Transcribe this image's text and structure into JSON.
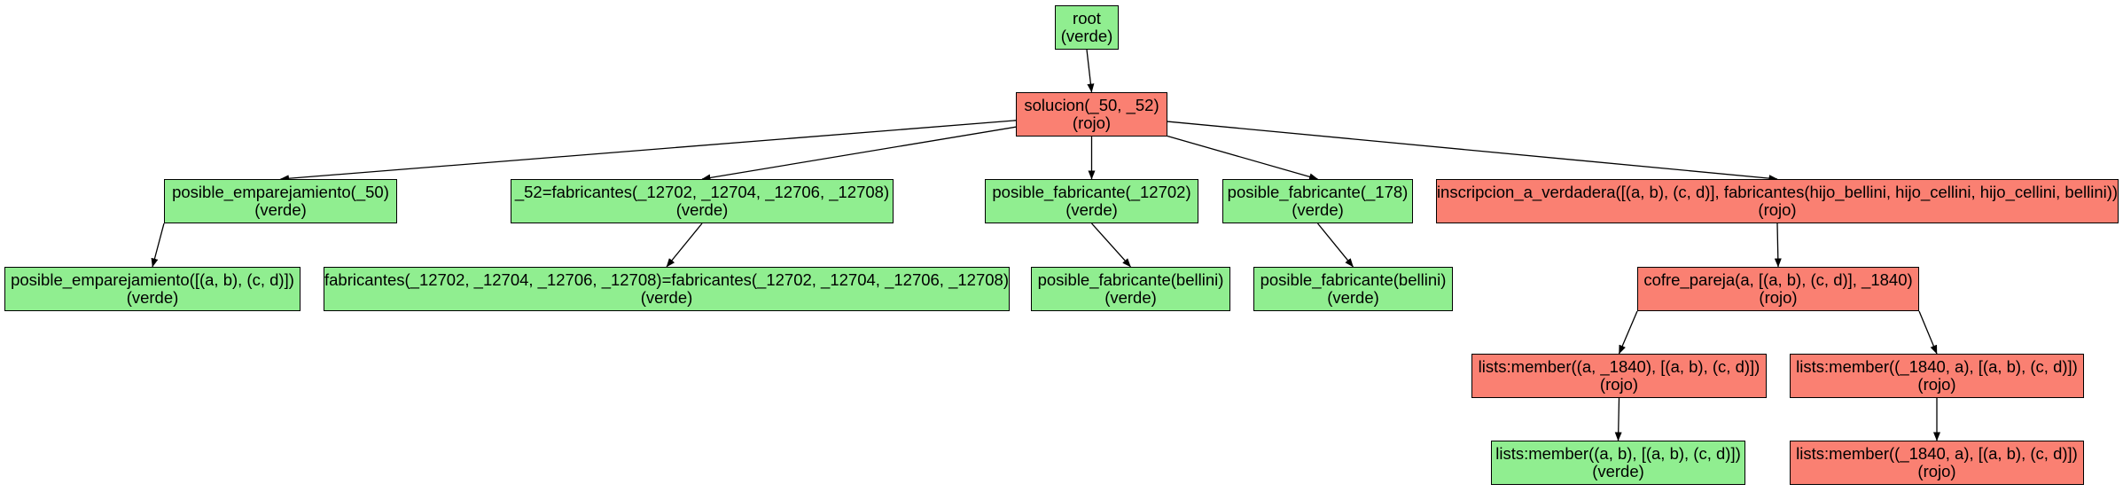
{
  "colors": {
    "verde": "#90ee90",
    "rojo": "#fa8072",
    "edge": "#000000"
  },
  "nodes": {
    "root": {
      "label": "root",
      "status": "(verde)",
      "color": "verde"
    },
    "solucion": {
      "label": "solucion(_50, _52)",
      "status": "(rojo)",
      "color": "rojo"
    },
    "posible_emparejamiento": {
      "label": "posible_emparejamiento(_50)",
      "status": "(verde)",
      "color": "verde"
    },
    "fabricantes_unify": {
      "label": "_52=fabricantes(_12702, _12704, _12706, _12708)",
      "status": "(verde)",
      "color": "verde"
    },
    "posible_fabricante_12702": {
      "label": "posible_fabricante(_12702)",
      "status": "(verde)",
      "color": "verde"
    },
    "posible_fabricante_178": {
      "label": "posible_fabricante(_178)",
      "status": "(verde)",
      "color": "verde"
    },
    "inscripcion": {
      "label": "inscripcion_a_verdadera([(a, b), (c, d)], fabricantes(hijo_bellini, hijo_cellini, hijo_cellini, bellini))",
      "status": "(rojo)",
      "color": "rojo"
    },
    "posible_emparejamiento_list": {
      "label": "posible_emparejamiento([(a, b), (c, d)])",
      "status": "(verde)",
      "color": "verde"
    },
    "fabricantes_eq": {
      "label": "fabricantes(_12702, _12704, _12706, _12708)=fabricantes(_12702, _12704, _12706, _12708)",
      "status": "(verde)",
      "color": "verde"
    },
    "posible_fabricante_bellini_1": {
      "label": "posible_fabricante(bellini)",
      "status": "(verde)",
      "color": "verde"
    },
    "posible_fabricante_bellini_2": {
      "label": "posible_fabricante(bellini)",
      "status": "(verde)",
      "color": "verde"
    },
    "cofre_pareja": {
      "label": "cofre_pareja(a, [(a, b), (c, d)], _1840)",
      "status": "(rojo)",
      "color": "rojo"
    },
    "member_a_1840": {
      "label": "lists:member((a, _1840), [(a, b), (c, d)])",
      "status": "(rojo)",
      "color": "rojo"
    },
    "member_1840_a": {
      "label": "lists:member((_1840, a), [(a, b), (c, d)])",
      "status": "(rojo)",
      "color": "rojo"
    },
    "member_a_b": {
      "label": "lists:member((a, b), [(a, b), (c, d)])",
      "status": "(verde)",
      "color": "verde"
    },
    "member_1840_a_2": {
      "label": "lists:member((_1840, a), [(a, b), (c, d)])",
      "status": "(rojo)",
      "color": "rojo"
    }
  },
  "edges": [
    [
      "root",
      "solucion"
    ],
    [
      "solucion",
      "posible_emparejamiento"
    ],
    [
      "solucion",
      "fabricantes_unify"
    ],
    [
      "solucion",
      "posible_fabricante_12702"
    ],
    [
      "solucion",
      "posible_fabricante_178"
    ],
    [
      "solucion",
      "inscripcion"
    ],
    [
      "posible_emparejamiento",
      "posible_emparejamiento_list"
    ],
    [
      "fabricantes_unify",
      "fabricantes_eq"
    ],
    [
      "posible_fabricante_12702",
      "posible_fabricante_bellini_1"
    ],
    [
      "posible_fabricante_178",
      "posible_fabricante_bellini_2"
    ],
    [
      "inscripcion",
      "cofre_pareja"
    ],
    [
      "cofre_pareja",
      "member_a_1840"
    ],
    [
      "cofre_pareja",
      "member_1840_a"
    ],
    [
      "member_a_1840",
      "member_a_b"
    ],
    [
      "member_1840_a",
      "member_1840_a_2"
    ]
  ]
}
